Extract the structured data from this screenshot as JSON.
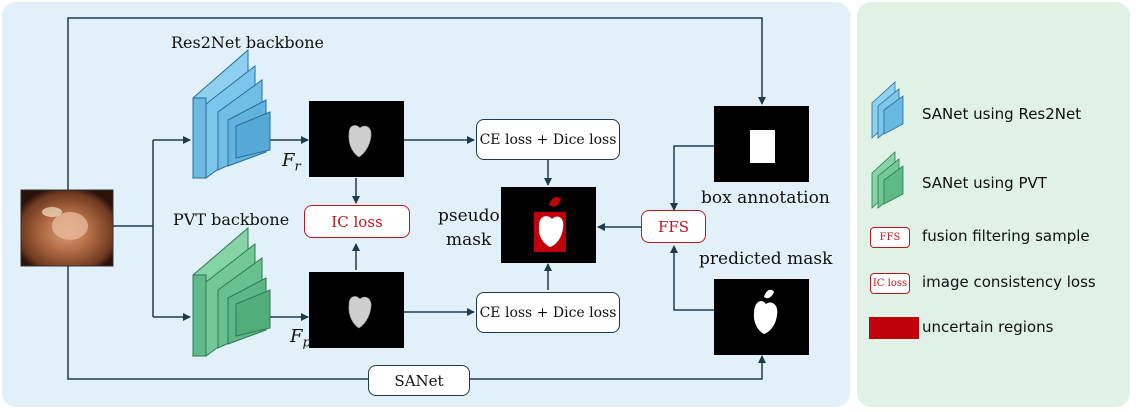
{
  "colors": {
    "red": "#c0151c",
    "blue_backbone": "#7cc6ec",
    "green_backbone": "#6cc395",
    "panel_main": "#e2f1f9",
    "panel_legend": "#e0f1e6"
  },
  "labels": {
    "res2net_backbone": "Res2Net backbone",
    "pvt_backbone": "PVT backbone",
    "feature_r": "F",
    "feature_r_sub": "r",
    "feature_p": "F",
    "feature_p_sub": "p",
    "ce_dice_top": "CE loss + Dice loss",
    "ce_dice_bottom": "CE loss + Dice loss",
    "ic_loss": "IC loss",
    "pseudo_mask_line1": "pseudo",
    "pseudo_mask_line2": "mask",
    "ffs": "FFS",
    "box_annotation": "box annotation",
    "predicted_mask": "predicted mask",
    "sanet": "SANet"
  },
  "legend": {
    "res2net": "SANet using Res2Net",
    "pvt": "SANet using PVT",
    "ffs_tag": "FFS",
    "ffs_desc": "fusion filtering sample",
    "ic_tag": "IC loss",
    "ic_desc": "image consistency loss",
    "uncertain": "uncertain regions"
  }
}
